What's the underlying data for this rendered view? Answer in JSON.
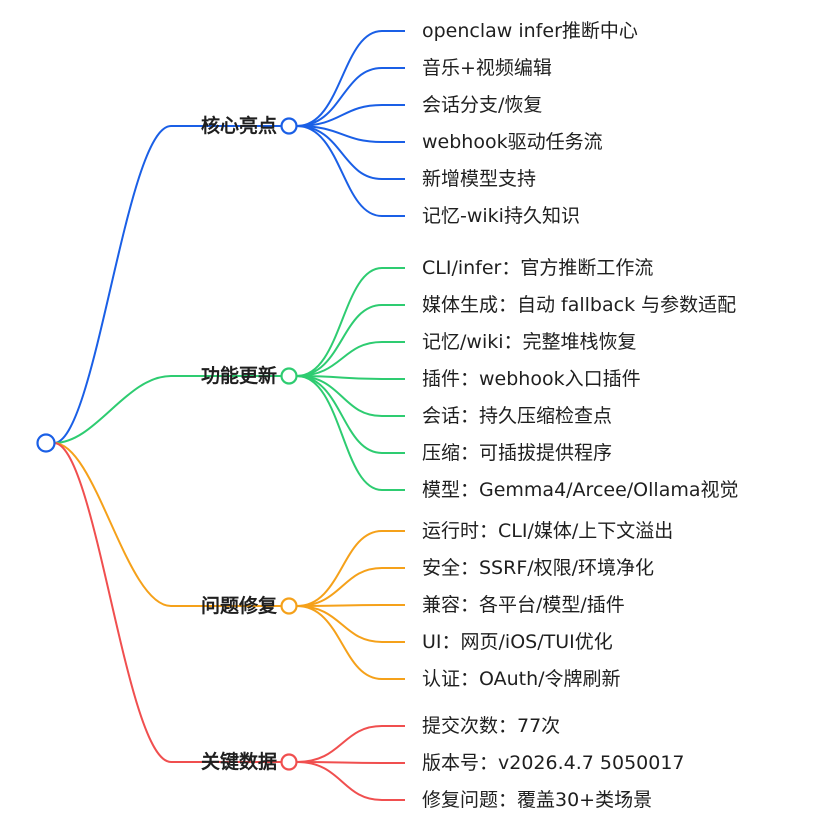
{
  "mindmap": {
    "branches": [
      {
        "label": "核心亮点",
        "color": "#1a5fe6",
        "leaves": [
          "openclaw infer推断中心",
          "音乐+视频编辑",
          "会话分支/恢复",
          "webhook驱动任务流",
          "新增模型支持",
          "记忆-wiki持久知识"
        ]
      },
      {
        "label": "功能更新",
        "color": "#2ecc71",
        "leaves": [
          "CLI/infer：官方推断工作流",
          "媒体生成：自动 fallback 与参数适配",
          "记忆/wiki：完整堆栈恢复",
          "插件：webhook入口插件",
          "会话：持久压缩检查点",
          "压缩：可插拔提供程序",
          "模型：Gemma4/Arcee/Ollama视觉"
        ]
      },
      {
        "label": "问题修复",
        "color": "#f5a11a",
        "leaves": [
          "运行时：CLI/媒体/上下文溢出",
          "安全：SSRF/权限/环境净化",
          "兼容：各平台/模型/插件",
          "UI：网页/iOS/TUI优化",
          "认证：OAuth/令牌刷新"
        ]
      },
      {
        "label": "关键数据",
        "color": "#f04f4f",
        "leaves": [
          "提交次数：77次",
          "版本号：v2026.4.7 5050017",
          "修复问题：覆盖30+类场景"
        ]
      }
    ]
  }
}
